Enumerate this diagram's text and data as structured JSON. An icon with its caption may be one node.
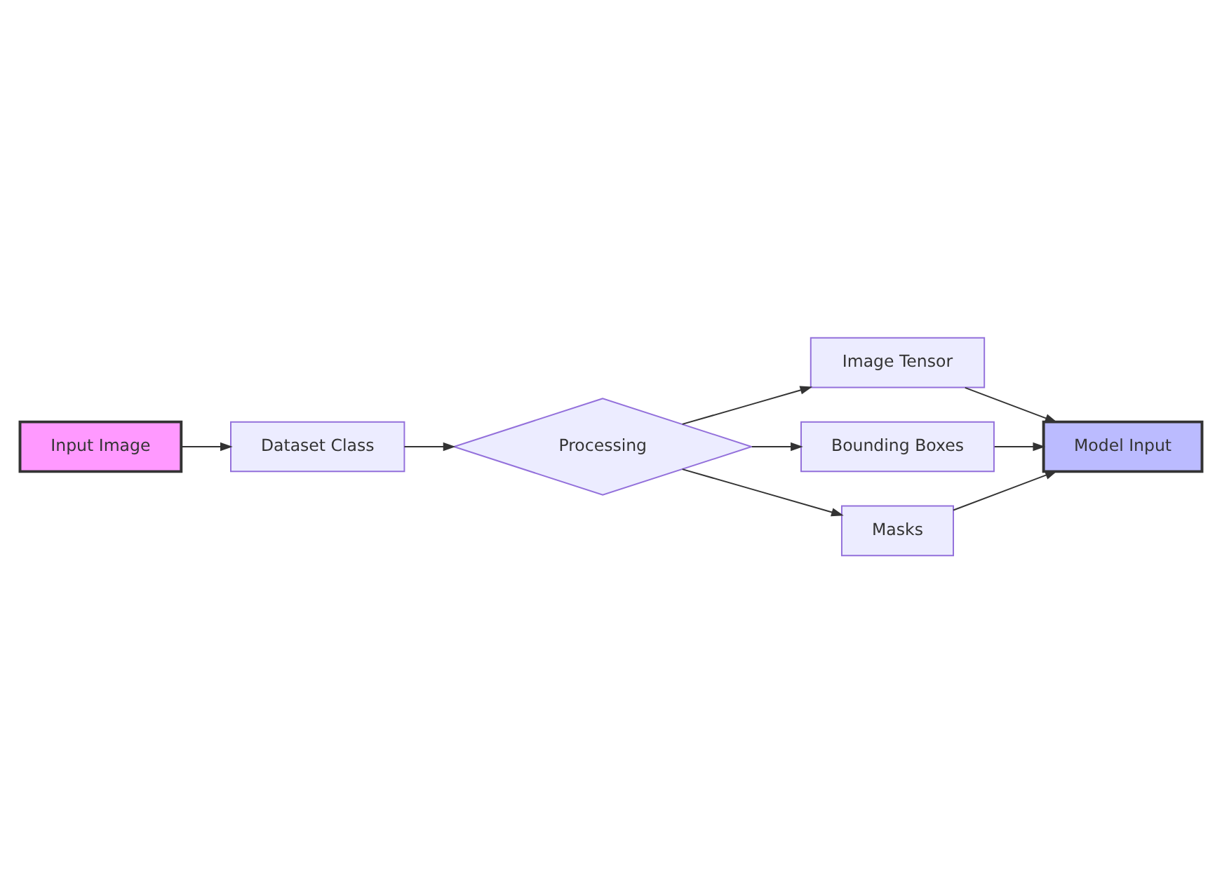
{
  "diagram": {
    "nodes": [
      {
        "text": [
          "Input Image"
        ]
      },
      {
        "text": [
          "Dataset Class"
        ]
      },
      {
        "text": [
          "Processing"
        ]
      },
      {
        "text": [
          "Image Tensor"
        ]
      },
      {
        "text": [
          "Bounding Boxes"
        ]
      },
      {
        "text": [
          "Masks"
        ]
      },
      {
        "text": [
          "Model Input"
        ]
      }
    ],
    "edges": [
      {
        "from": 0,
        "to": 1,
        "arrow": "to"
      },
      {
        "from": 1,
        "to": 2,
        "arrow": "to"
      },
      {
        "from": 2,
        "to": 3,
        "arrow": "to"
      },
      {
        "from": 2,
        "to": 4,
        "arrow": "to"
      },
      {
        "from": 2,
        "to": 5,
        "arrow": "to"
      },
      {
        "from": 3,
        "to": 6,
        "arrow": "to"
      },
      {
        "from": 4,
        "to": 6,
        "arrow": "to"
      },
      {
        "from": 5,
        "to": 6,
        "arrow": "to"
      }
    ]
  }
}
